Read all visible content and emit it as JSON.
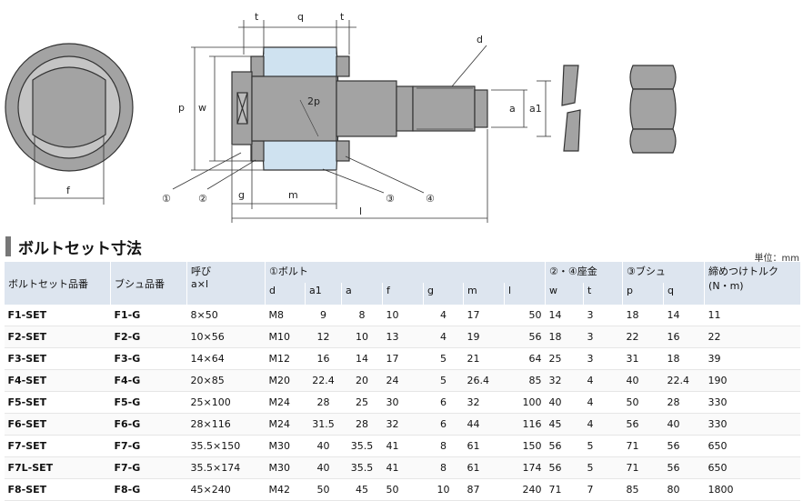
{
  "drawing": {
    "labels": {
      "t_left": "t",
      "q": "q",
      "t_right": "t",
      "d": "d",
      "p": "p",
      "w": "w",
      "two_p": "2p",
      "a": "a",
      "a1": "a1",
      "f": "f",
      "g": "g",
      "m": "m",
      "l": "l",
      "c1": "①",
      "c2": "②",
      "c3": "③",
      "c4": "④"
    },
    "colors": {
      "body": "#a3a3a3",
      "bushing": "#cfe2f0",
      "outline": "#333333"
    }
  },
  "section": {
    "title": "ボルトセット寸法",
    "unit": "単位：mm"
  },
  "table": {
    "group_headers": {
      "set": "ボルトセット品番",
      "bush": "ブシュ品番",
      "nominal": "呼び",
      "nominal_sub": "a×l",
      "bolt": "①ボルト",
      "washer": "②・④座金",
      "bushing": "③ブシュ",
      "torque": "締めつけトルク",
      "torque_sub": "(N・m)"
    },
    "sub_headers": {
      "d": "d",
      "a1": "a1",
      "a": "a",
      "f": "f",
      "g": "g",
      "m": "m",
      "l": "l",
      "w": "w",
      "t": "t",
      "p": "p",
      "q": "q"
    },
    "rows": [
      {
        "set": "F1-SET",
        "bush": "F1-G",
        "nominal": "8×50",
        "d": "M8",
        "a1": "9",
        "a": "8",
        "f": "10",
        "g": "4",
        "m": "17",
        "l": "50",
        "w": "14",
        "t": "3",
        "p": "18",
        "q": "14",
        "torque": "11"
      },
      {
        "set": "F2-SET",
        "bush": "F2-G",
        "nominal": "10×56",
        "d": "M10",
        "a1": "12",
        "a": "10",
        "f": "13",
        "g": "4",
        "m": "19",
        "l": "56",
        "w": "18",
        "t": "3",
        "p": "22",
        "q": "16",
        "torque": "22"
      },
      {
        "set": "F3-SET",
        "bush": "F3-G",
        "nominal": "14×64",
        "d": "M12",
        "a1": "16",
        "a": "14",
        "f": "17",
        "g": "5",
        "m": "21",
        "l": "64",
        "w": "25",
        "t": "3",
        "p": "31",
        "q": "18",
        "torque": "39"
      },
      {
        "set": "F4-SET",
        "bush": "F4-G",
        "nominal": "20×85",
        "d": "M20",
        "a1": "22.4",
        "a": "20",
        "f": "24",
        "g": "5",
        "m": "26.4",
        "l": "85",
        "w": "32",
        "t": "4",
        "p": "40",
        "q": "22.4",
        "torque": "190"
      },
      {
        "set": "F5-SET",
        "bush": "F5-G",
        "nominal": "25×100",
        "d": "M24",
        "a1": "28",
        "a": "25",
        "f": "30",
        "g": "6",
        "m": "32",
        "l": "100",
        "w": "40",
        "t": "4",
        "p": "50",
        "q": "28",
        "torque": "330"
      },
      {
        "set": "F6-SET",
        "bush": "F6-G",
        "nominal": "28×116",
        "d": "M24",
        "a1": "31.5",
        "a": "28",
        "f": "32",
        "g": "6",
        "m": "44",
        "l": "116",
        "w": "45",
        "t": "4",
        "p": "56",
        "q": "40",
        "torque": "330"
      },
      {
        "set": "F7-SET",
        "bush": "F7-G",
        "nominal": "35.5×150",
        "d": "M30",
        "a1": "40",
        "a": "35.5",
        "f": "41",
        "g": "8",
        "m": "61",
        "l": "150",
        "w": "56",
        "t": "5",
        "p": "71",
        "q": "56",
        "torque": "650"
      },
      {
        "set": "F7L-SET",
        "bush": "F7-G",
        "nominal": "35.5×174",
        "d": "M30",
        "a1": "40",
        "a": "35.5",
        "f": "41",
        "g": "8",
        "m": "61",
        "l": "174",
        "w": "56",
        "t": "5",
        "p": "71",
        "q": "56",
        "torque": "650"
      },
      {
        "set": "F8-SET",
        "bush": "F8-G",
        "nominal": "45×240",
        "d": "M42",
        "a1": "50",
        "a": "45",
        "f": "50",
        "g": "10",
        "m": "87",
        "l": "240",
        "w": "71",
        "t": "7",
        "p": "85",
        "q": "80",
        "torque": "1800"
      }
    ]
  }
}
